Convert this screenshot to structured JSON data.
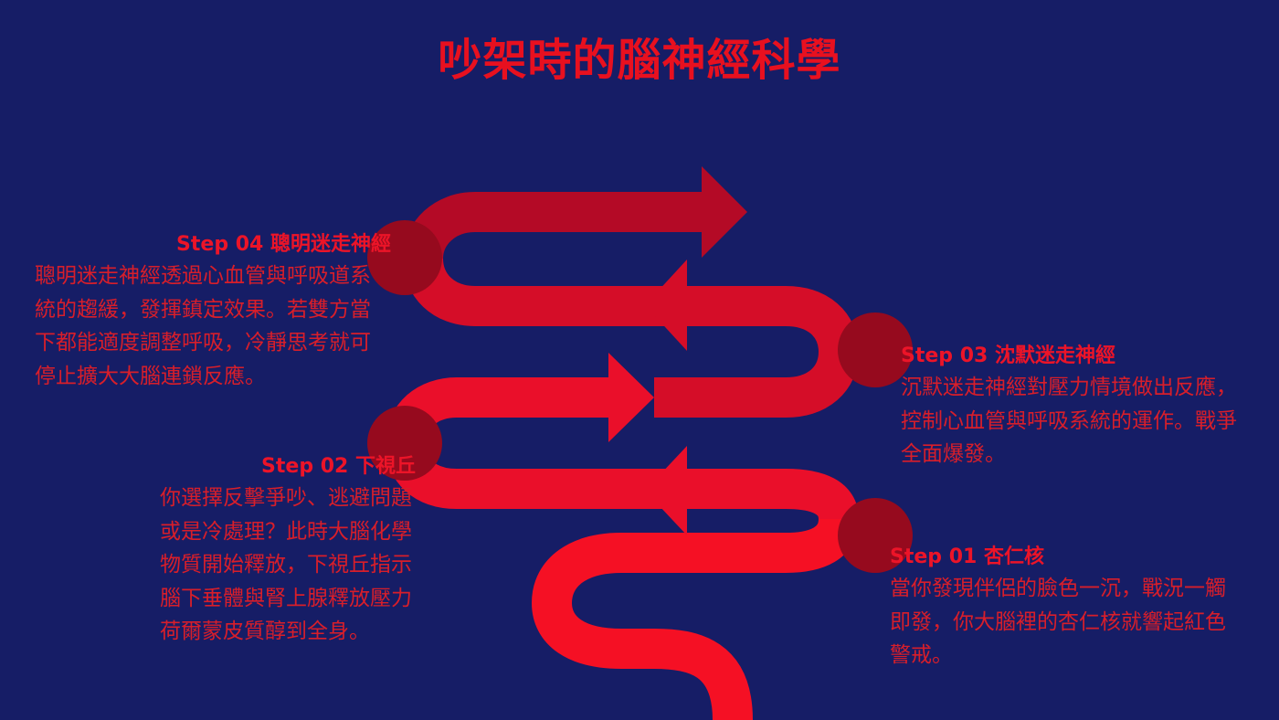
{
  "title": "吵架時的腦神經科學",
  "colors": {
    "background": "#161d66",
    "title": "#e8101f",
    "heading": "#ec1428",
    "body": "#d81e2a",
    "arrow_top": "#b40a26",
    "arrow_mid": "#d50d28",
    "arrow_low": "#ea0f2a",
    "arrow_bottom": "#f51024",
    "node": "#960a1e"
  },
  "steps": [
    {
      "heading": "Step 01 杏仁核",
      "body": "當你發現伴侶的臉色一沉，戰況一觸即發，你大腦裡的杏仁核就響起紅色警戒。"
    },
    {
      "heading": "Step 02 下視丘",
      "body": "你選擇反擊爭吵、逃避問題或是冷處理？此時大腦化學物質開始釋放，下視丘指示腦下垂體與腎上腺釋放壓力荷爾蒙皮質醇到全身。"
    },
    {
      "heading": "Step 03 沈默迷走神經",
      "body": "沉默迷走神經對壓力情境做出反應，控制心血管與呼吸系統的運作。戰爭全面爆發。"
    },
    {
      "heading": "Step 04 聰明迷走神經",
      "body": "聰明迷走神經透過心血管與呼吸道系統的趨緩，發揮鎮定效果。若雙方當下都能適度調整呼吸，冷靜思考就可停止擴大大腦連鎖反應。"
    }
  ]
}
